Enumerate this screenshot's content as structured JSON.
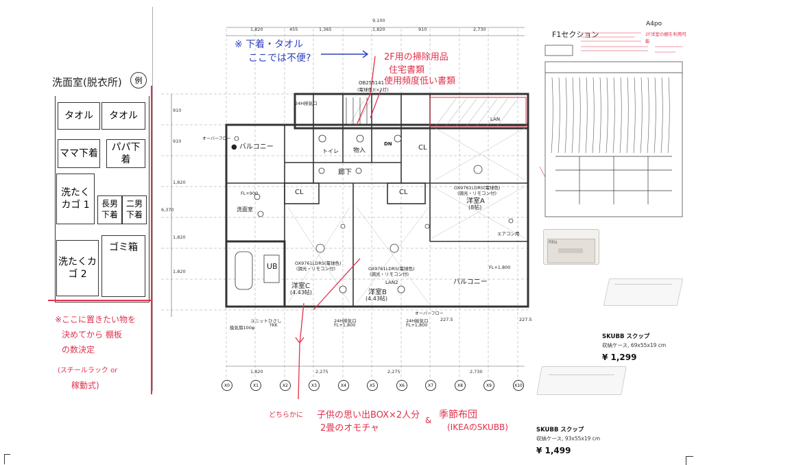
{
  "left_note": {
    "title": "洗面室(脱衣所)",
    "circle": "例",
    "shelves": [
      "タオル",
      "タオル",
      "ママ下着",
      "パパ下着",
      "洗たくカゴ 1",
      "長男下着",
      "二男下着",
      "洗たくカゴ 2",
      "ゴミ箱"
    ],
    "footnote": [
      "※ここに置きたい物を",
      "決めてから 棚板",
      "の数決定",
      "(スチールラック or",
      "稼動式)"
    ]
  },
  "plan": {
    "top_dims": [
      "9,100",
      "1,820",
      "455",
      "1,365",
      "1,820",
      "910",
      "2,730"
    ],
    "bottom_dims": [
      "1,820",
      "2,275",
      "2,275",
      "2,730"
    ],
    "side_dims": [
      "910",
      "910",
      "1,820",
      "6,370",
      "1,820",
      "1,820"
    ],
    "axes": [
      "X0",
      "X1",
      "X2",
      "X3",
      "X4",
      "X5",
      "X6",
      "X7",
      "X8",
      "X9",
      "X10"
    ],
    "labels": {
      "balcony1": "バルコニー",
      "balcony2": "バルコニー",
      "corridor": "廊下",
      "toilet": "トイレ",
      "storage": "物入",
      "cl1": "CL",
      "cl2": "CL",
      "cl3": "CL",
      "ub": "UB",
      "washroom": "洗面室",
      "room_a": "洋室A",
      "room_a_size": "(8帖)",
      "room_c": "洋室C",
      "room_c_size": "(4.43帖)",
      "room_b": "洋室B",
      "room_b_size": "(4.43帖)",
      "light1": "OX9761LDRS(電球色)",
      "light1b": "(調光・リモコン付)",
      "light2": "OX9761LDRS(電球色)",
      "light2b": "(調光・リモコン付)",
      "light3": "OX9761LDRS(電球色)",
      "light3b": "(調光・リモコン付)",
      "ob": "OB255141",
      "ob_sub": "(電球色)(×2灯)",
      "vent1": "24H排気口",
      "vent1_fl": "FL+1,800",
      "vent2": "24H排気口",
      "vent2_fl": "FL+1,800",
      "vent3": "24H給気口",
      "vent3_fl": "FL+1,800",
      "overflow": "オーバーフロー",
      "overflow2": "オーバーフロー",
      "lan1": "LAN",
      "lan2": "LAN2",
      "aircon": "エアコン用",
      "dn": "DN",
      "fl900": "FL+900",
      "unit": "ユニットひさし",
      "ykk": "YKK",
      "exhaust": "換気扇100φ",
      "dim_2275": "227.5",
      "dim_2275b": "227.5"
    }
  },
  "annotations": {
    "blue_note": [
      "※ 下着・タオル",
      "ここでは不便?"
    ],
    "red_note": [
      "2F用の掃除用品",
      "住宅書類",
      "使用頻度低い書類"
    ],
    "bottom_red": [
      "どちらかに",
      "子供の思い出BOX×2人分",
      "2畳のオモチャ"
    ],
    "amp": "&",
    "bottom_red2": [
      "季節布団",
      "(IKEAのSKUBB)"
    ]
  },
  "right_sketch": {
    "title": "F1セクション",
    "note_top": "A4po",
    "note_right": "2F洋室の棚を利用可能"
  },
  "products": [
    {
      "name": "SKUBB スクップ",
      "desc": "収納ケース, 69x55x19 cm",
      "price": "¥ 1,299"
    },
    {
      "name": "SKUBB スクップ",
      "desc": "収納ケース, 93x55x19 cm",
      "price": "¥ 1,499"
    }
  ],
  "fitts_label": "Fitts"
}
